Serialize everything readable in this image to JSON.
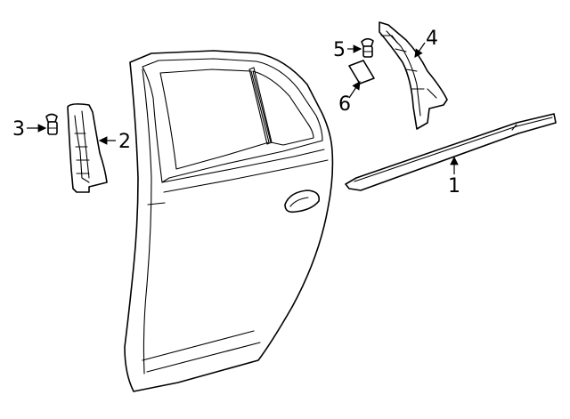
{
  "callouts": {
    "c1": "1",
    "c2": "2",
    "c3": "3",
    "c4": "4",
    "c5": "5",
    "c6": "6"
  },
  "colors": {
    "line": "#000000",
    "fill": "#ffffff"
  }
}
